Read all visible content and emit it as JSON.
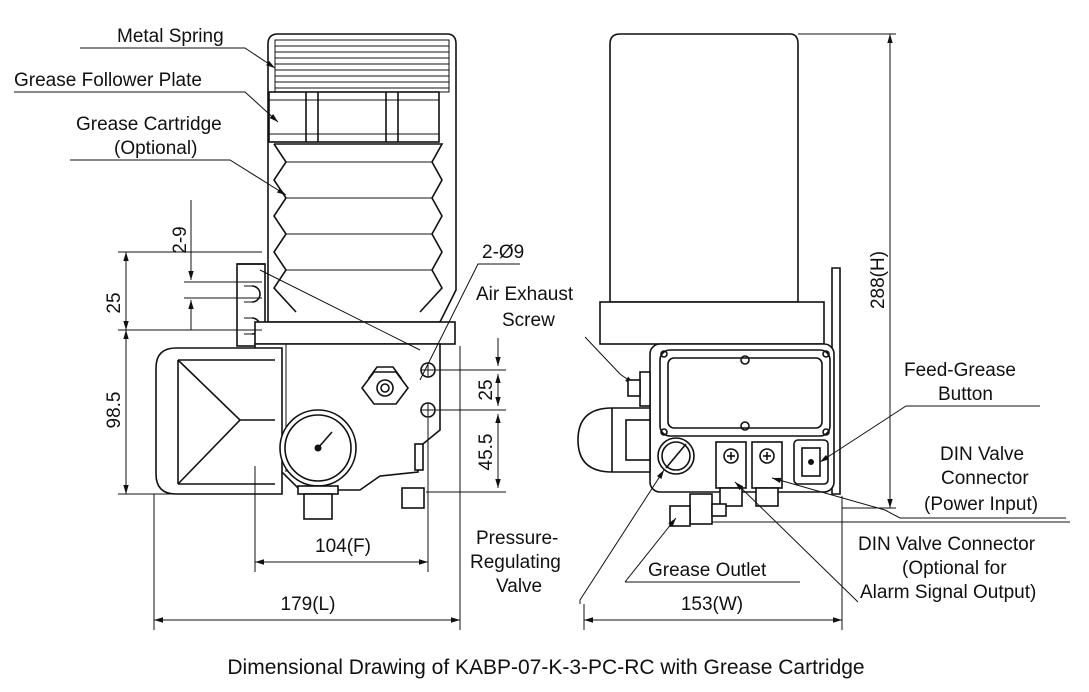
{
  "labels": {
    "metal_spring": "Metal Spring",
    "grease_follower_plate": "Grease Follower Plate",
    "grease_cartridge_1": "Grease Cartridge",
    "grease_cartridge_2": "(Optional)",
    "two_holes": "2-Ø9",
    "air_exhaust_1": "Air Exhaust",
    "air_exhaust_2": "Screw",
    "feed_grease_1": "Feed-Grease",
    "feed_grease_2": "Button",
    "din_power_1": "DIN Valve",
    "din_power_2": "Connector",
    "din_power_3": "(Power Input)",
    "din_alarm_1": "DIN Valve Connector",
    "din_alarm_2": "(Optional for",
    "din_alarm_3": "Alarm Signal Output)",
    "pressure_valve_1": "Pressure-",
    "pressure_valve_2": "Regulating",
    "pressure_valve_3": "Valve",
    "grease_outlet": "Grease Outlet"
  },
  "dimensions": {
    "slot": "2-9",
    "flange": "25",
    "base_height": "98.5",
    "hole_pitch": "25",
    "hole_to_bottom": "45.5",
    "F": "104(F)",
    "L": "179(L)",
    "W": "153(W)",
    "H": "288(H)"
  },
  "caption": "Dimensional Drawing of KABP-07-K-3-PC-RC with Grease Cartridge"
}
